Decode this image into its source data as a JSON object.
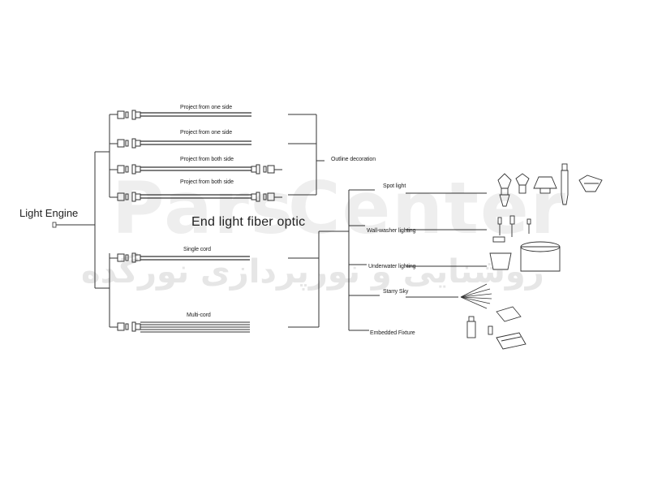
{
  "watermark": {
    "brand_left": "Pars",
    "brand_right": "Center",
    "tagline_fa": "روشنایی و نورپردازی نورگده"
  },
  "source": {
    "label": "Light Engine"
  },
  "center_label": "End light fiber optic",
  "outline_label": "Outline decoration",
  "fiber_runs": [
    {
      "label": "Project from one side"
    },
    {
      "label": "Project from one side"
    },
    {
      "label": "Project from both side"
    },
    {
      "label": "Project from both side"
    },
    {
      "label": "Single cord"
    },
    {
      "label": "Multi-cord"
    }
  ],
  "applications": [
    {
      "label": "Spot light"
    },
    {
      "label": "Wall-washer lighting"
    },
    {
      "label": "Underwater lighting"
    },
    {
      "label": "Starry Sky"
    },
    {
      "label": "Embedded Fixture"
    }
  ]
}
